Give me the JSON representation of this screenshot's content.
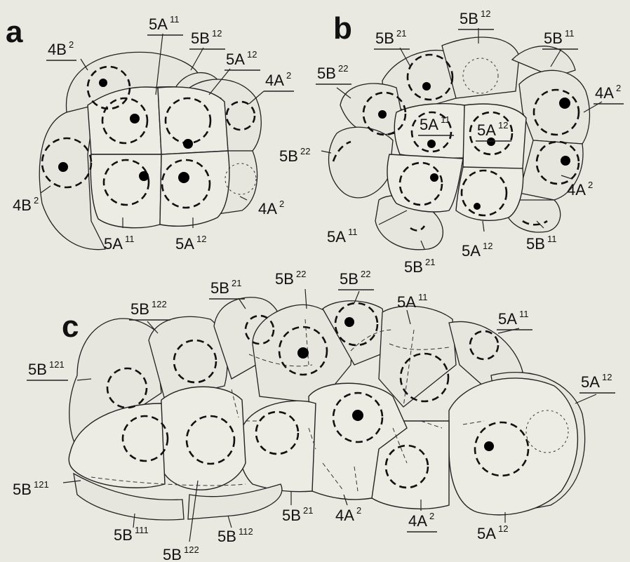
{
  "panels": {
    "a": {
      "letter": "a",
      "labels": [
        {
          "base": "4B",
          "sup": "2",
          "underline": true
        },
        {
          "base": "5A",
          "sup": "11",
          "underline": true
        },
        {
          "base": "5B",
          "sup": "12",
          "underline": true
        },
        {
          "base": "5A",
          "sup": "12",
          "underline": true
        },
        {
          "base": "4A",
          "sup": "2",
          "underline": true
        },
        {
          "base": "4B",
          "sup": "2",
          "underline": false
        },
        {
          "base": "5A",
          "sup": "11",
          "underline": false
        },
        {
          "base": "5A",
          "sup": "12",
          "underline": false
        },
        {
          "base": "4A",
          "sup": "2",
          "underline": false
        }
      ]
    },
    "b": {
      "letter": "b",
      "labels": [
        {
          "base": "5B",
          "sup": "21",
          "underline": true
        },
        {
          "base": "5B",
          "sup": "12",
          "underline": true
        },
        {
          "base": "5B",
          "sup": "11",
          "underline": true
        },
        {
          "base": "5B",
          "sup": "22",
          "underline": true
        },
        {
          "base": "4A",
          "sup": "2",
          "underline": true
        },
        {
          "base": "5B",
          "sup": "22",
          "underline": false
        },
        {
          "base": "5A",
          "sup": "11",
          "underline": true
        },
        {
          "base": "5A",
          "sup": "12",
          "underline": true
        },
        {
          "base": "4A",
          "sup": "2",
          "underline": false
        },
        {
          "base": "5A",
          "sup": "11",
          "underline": false
        },
        {
          "base": "5A",
          "sup": "12",
          "underline": false
        },
        {
          "base": "5B",
          "sup": "11",
          "underline": false
        },
        {
          "base": "5B",
          "sup": "21",
          "underline": false
        }
      ]
    },
    "c": {
      "letter": "c",
      "labels": [
        {
          "base": "5B",
          "sup": "22",
          "underline": false
        },
        {
          "base": "5B",
          "sup": "22",
          "underline": true
        },
        {
          "base": "5B",
          "sup": "21",
          "underline": true
        },
        {
          "base": "5A",
          "sup": "11",
          "underline": false
        },
        {
          "base": "5B",
          "sup": "122",
          "underline": true
        },
        {
          "base": "5A",
          "sup": "11",
          "underline": true
        },
        {
          "base": "5B",
          "sup": "121",
          "underline": true
        },
        {
          "base": "5A",
          "sup": "12",
          "underline": true
        },
        {
          "base": "5B",
          "sup": "121",
          "underline": false
        },
        {
          "base": "5B",
          "sup": "21",
          "underline": false
        },
        {
          "base": "4A",
          "sup": "2",
          "underline": false
        },
        {
          "base": "4A",
          "sup": "2",
          "underline": true
        },
        {
          "base": "5A",
          "sup": "12",
          "underline": false
        },
        {
          "base": "5B",
          "sup": "111",
          "underline": false
        },
        {
          "base": "5B",
          "sup": "112",
          "underline": false
        },
        {
          "base": "5B",
          "sup": "122",
          "underline": false
        }
      ]
    }
  }
}
